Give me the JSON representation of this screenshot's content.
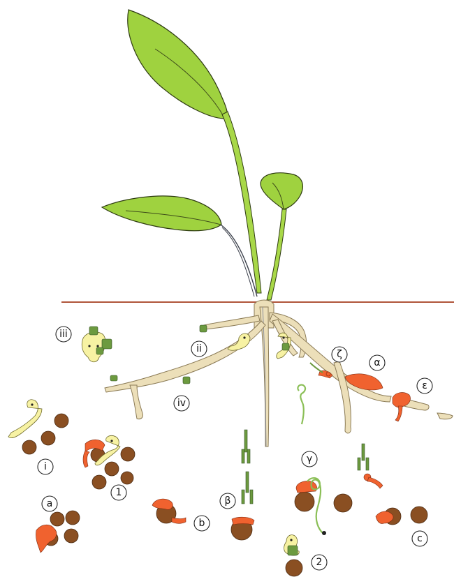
{
  "colors": {
    "leaf": "#9fd23f",
    "leaf_dark": "#6b8f22",
    "soil_line": "#b0553a",
    "root": "#ecdfb9",
    "soil_particle": "#8a4f22",
    "orange_organism": "#f0622f",
    "yellow_organism": "#f7f2a3",
    "green_microbe": "#6c9a3f"
  },
  "labels": {
    "i": "i",
    "ii": "ii",
    "iii": "iii",
    "iv": "iv",
    "one": "1",
    "two": "2",
    "a": "a",
    "b": "b",
    "c": "c",
    "alpha": "α",
    "beta": "β",
    "gamma": "γ",
    "zeta": "ζ",
    "epsilon": "ε"
  }
}
